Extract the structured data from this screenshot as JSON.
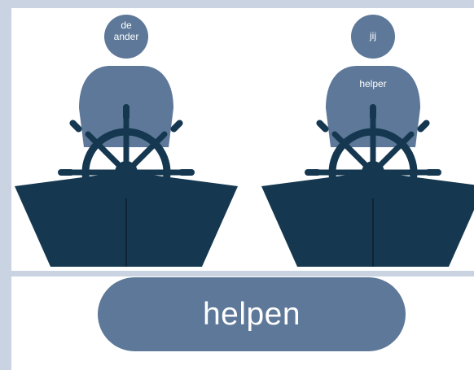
{
  "colors": {
    "background": "#c9d3e1",
    "panel": "#ffffff",
    "person": "#5d7898",
    "boat": "#153850",
    "button": "#5d7898",
    "text": "#ffffff"
  },
  "figures": [
    {
      "head_label_line1": "de",
      "head_label_line2": "ander",
      "body_label": ""
    },
    {
      "head_label_line1": "jij",
      "head_label_line2": "",
      "body_label": "helper"
    }
  ],
  "icons": [
    "person-icon",
    "ship-wheel-icon",
    "boat-icon"
  ],
  "action": {
    "label": "helpen"
  }
}
